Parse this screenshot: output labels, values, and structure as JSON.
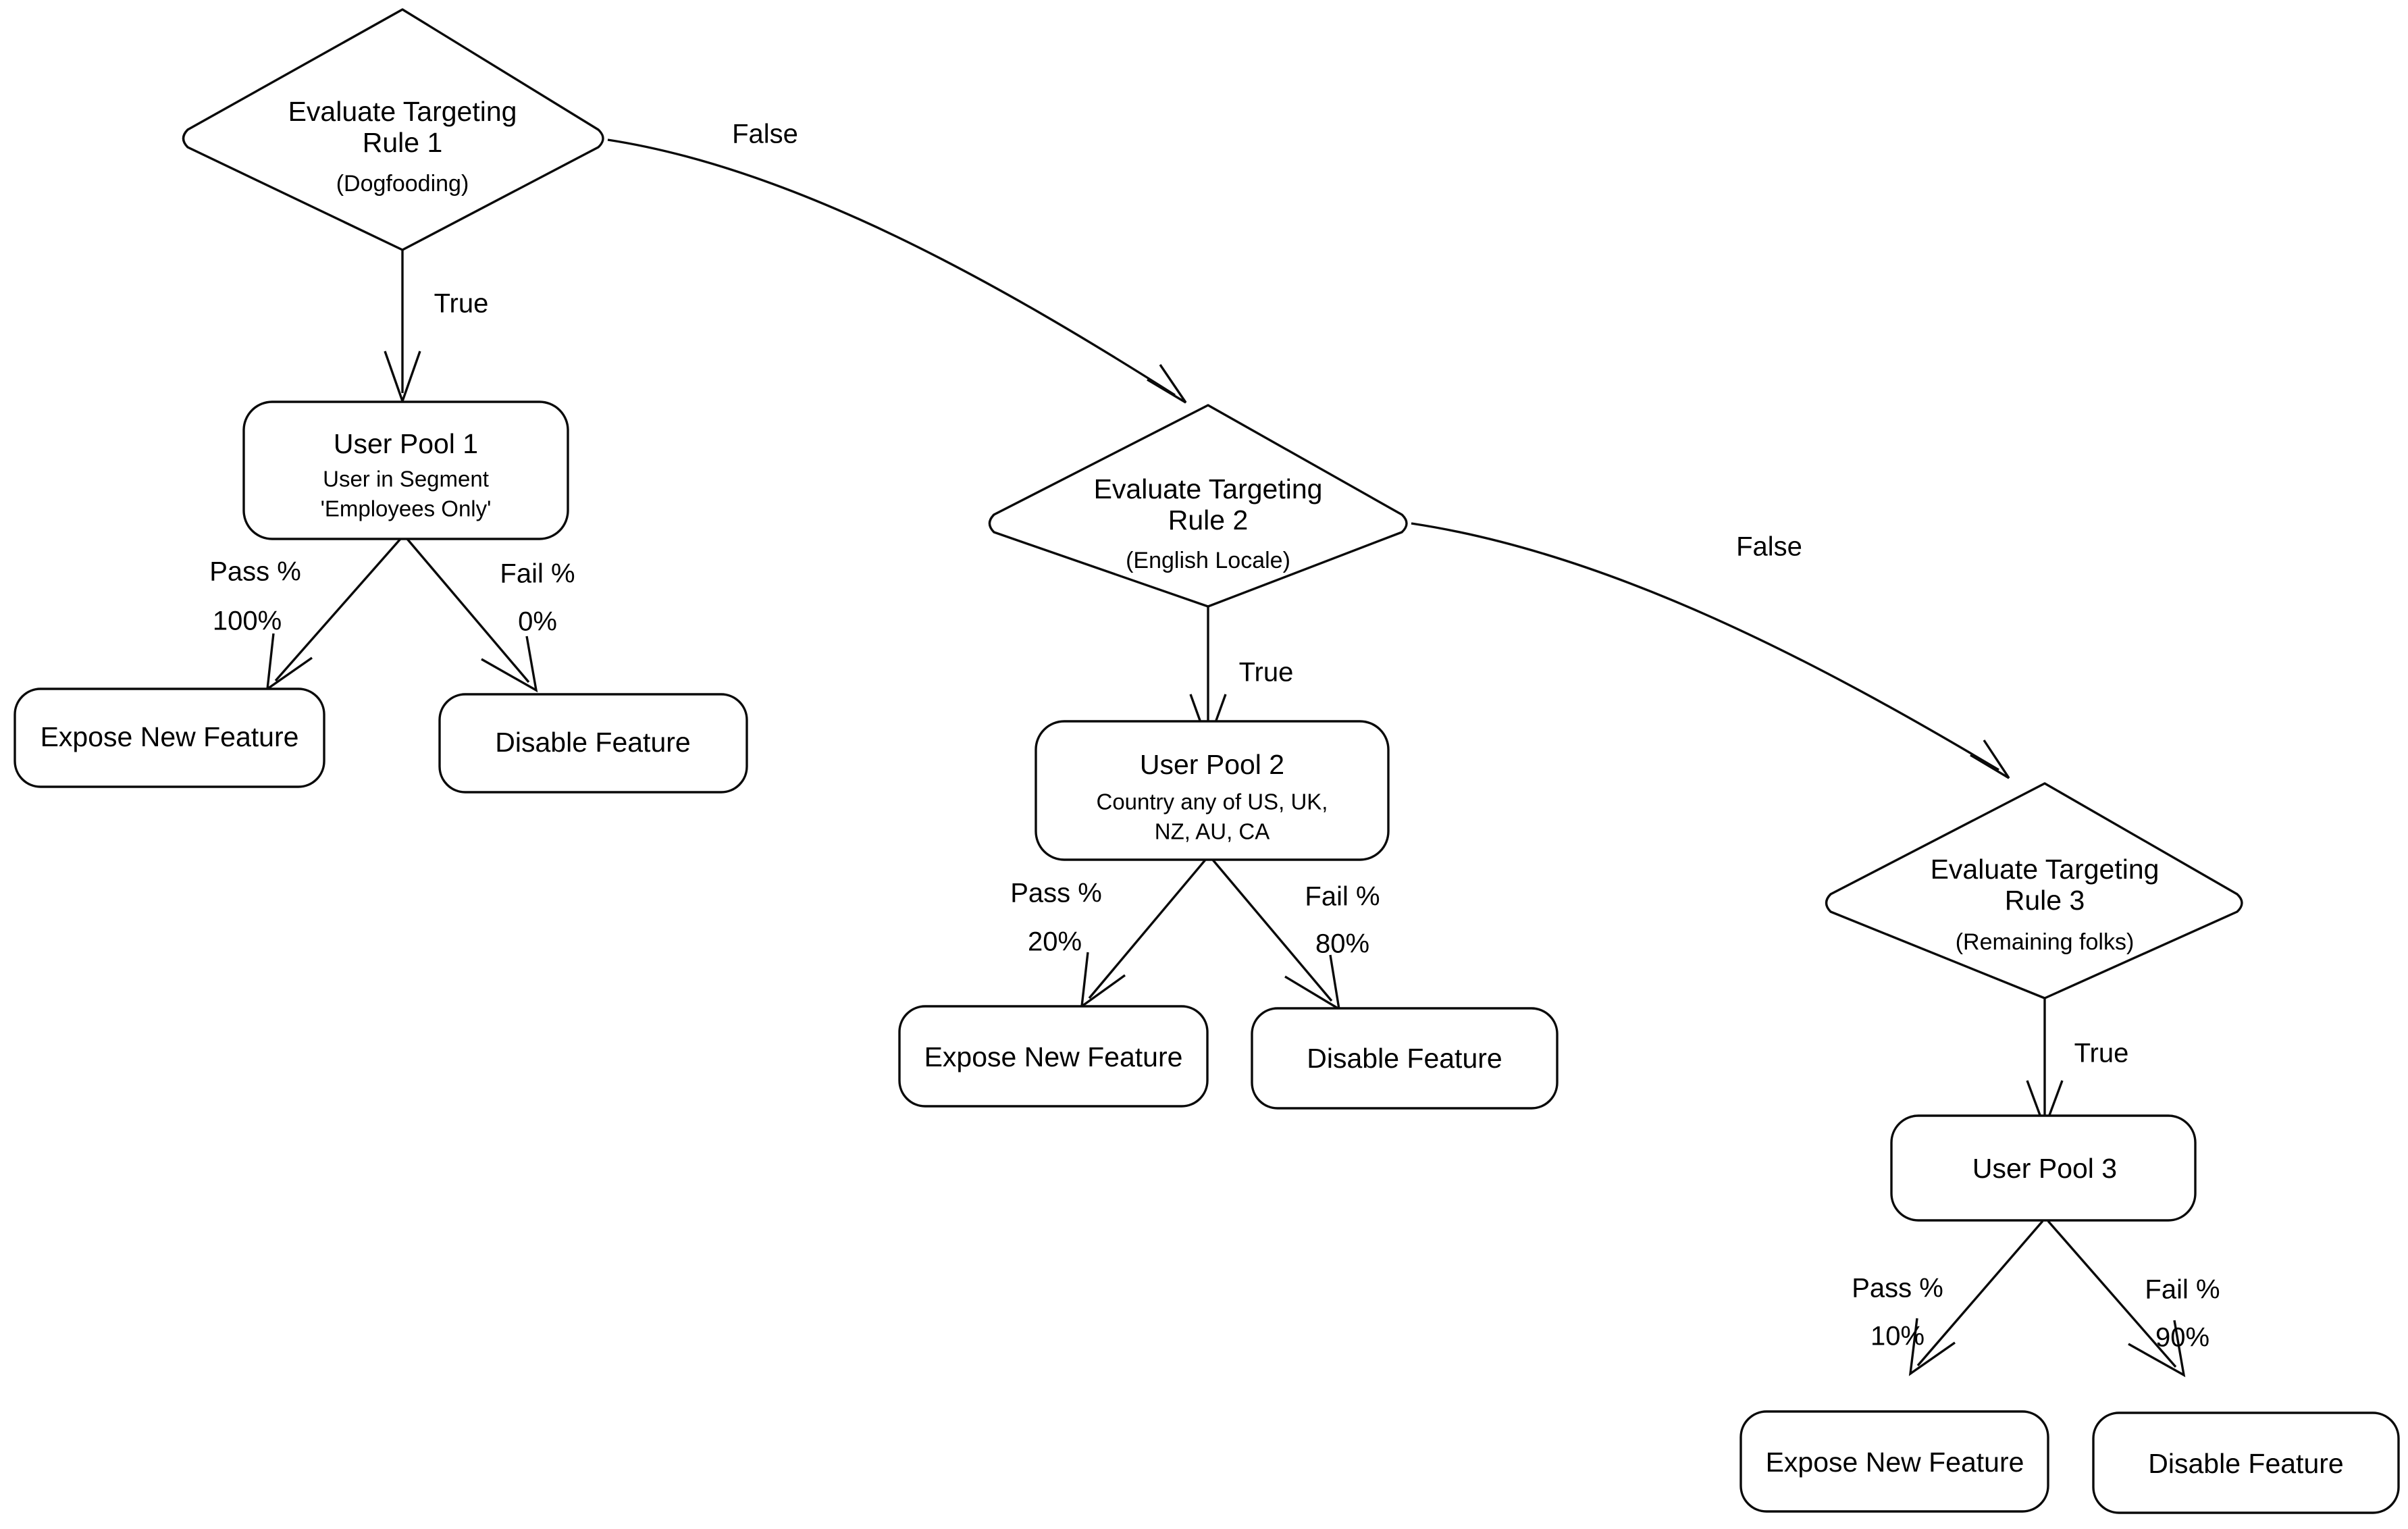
{
  "diagram": {
    "title": "Feature Flag Targeting Rule Evaluation",
    "type": "flowchart",
    "background_color": "#ffffff",
    "line_color": "#0a0a0a"
  },
  "nodes": {
    "rule1": {
      "shape": "diamond",
      "title_line1": "Evaluate Targeting",
      "title_line2": "Rule 1",
      "subtitle": "(Dogfooding)"
    },
    "rule2": {
      "shape": "diamond",
      "title_line1": "Evaluate Targeting",
      "title_line2": "Rule 2",
      "subtitle": "(English Locale)"
    },
    "rule3": {
      "shape": "diamond",
      "title_line1": "Evaluate Targeting",
      "title_line2": "Rule 3",
      "subtitle": "(Remaining folks)"
    },
    "pool1": {
      "shape": "rounded-rect",
      "title": "User Pool 1",
      "sub_line1": "User in Segment",
      "sub_line2": "'Employees Only'"
    },
    "pool2": {
      "shape": "rounded-rect",
      "title": "User Pool 2",
      "sub_line1": "Country any of US, UK,",
      "sub_line2": "NZ, AU, CA"
    },
    "pool3": {
      "shape": "rounded-rect",
      "title": "User Pool 3",
      "sub_line1": "",
      "sub_line2": ""
    },
    "expose1": {
      "shape": "rounded-rect",
      "label": "Expose New Feature"
    },
    "disable1": {
      "shape": "rounded-rect",
      "label": "Disable Feature"
    },
    "expose2": {
      "shape": "rounded-rect",
      "label": "Expose New Feature"
    },
    "disable2": {
      "shape": "rounded-rect",
      "label": "Disable Feature"
    },
    "expose3": {
      "shape": "rounded-rect",
      "label": "Expose New Feature"
    },
    "disable3": {
      "shape": "rounded-rect",
      "label": "Disable Feature"
    }
  },
  "edges": {
    "rule1_true": {
      "label": "True",
      "from": "rule1",
      "to": "pool1"
    },
    "rule1_false": {
      "label": "False",
      "from": "rule1",
      "to": "rule2"
    },
    "rule2_true": {
      "label": "True",
      "from": "rule2",
      "to": "pool2"
    },
    "rule2_false": {
      "label": "False",
      "from": "rule2",
      "to": "rule3"
    },
    "rule3_true": {
      "label": "True",
      "from": "rule3",
      "to": "pool3"
    },
    "pool1_pass": {
      "label": "Pass %",
      "value": "100%",
      "from": "pool1",
      "to": "expose1"
    },
    "pool1_fail": {
      "label": "Fail %",
      "value": "0%",
      "from": "pool1",
      "to": "disable1"
    },
    "pool2_pass": {
      "label": "Pass %",
      "value": "20%",
      "from": "pool2",
      "to": "expose2"
    },
    "pool2_fail": {
      "label": "Fail %",
      "value": "80%",
      "from": "pool2",
      "to": "disable2"
    },
    "pool3_pass": {
      "label": "Pass %",
      "value": "10%",
      "from": "pool3",
      "to": "expose3"
    },
    "pool3_fail": {
      "label": "Fail %",
      "value": "90%",
      "from": "pool3",
      "to": "disable3"
    }
  }
}
